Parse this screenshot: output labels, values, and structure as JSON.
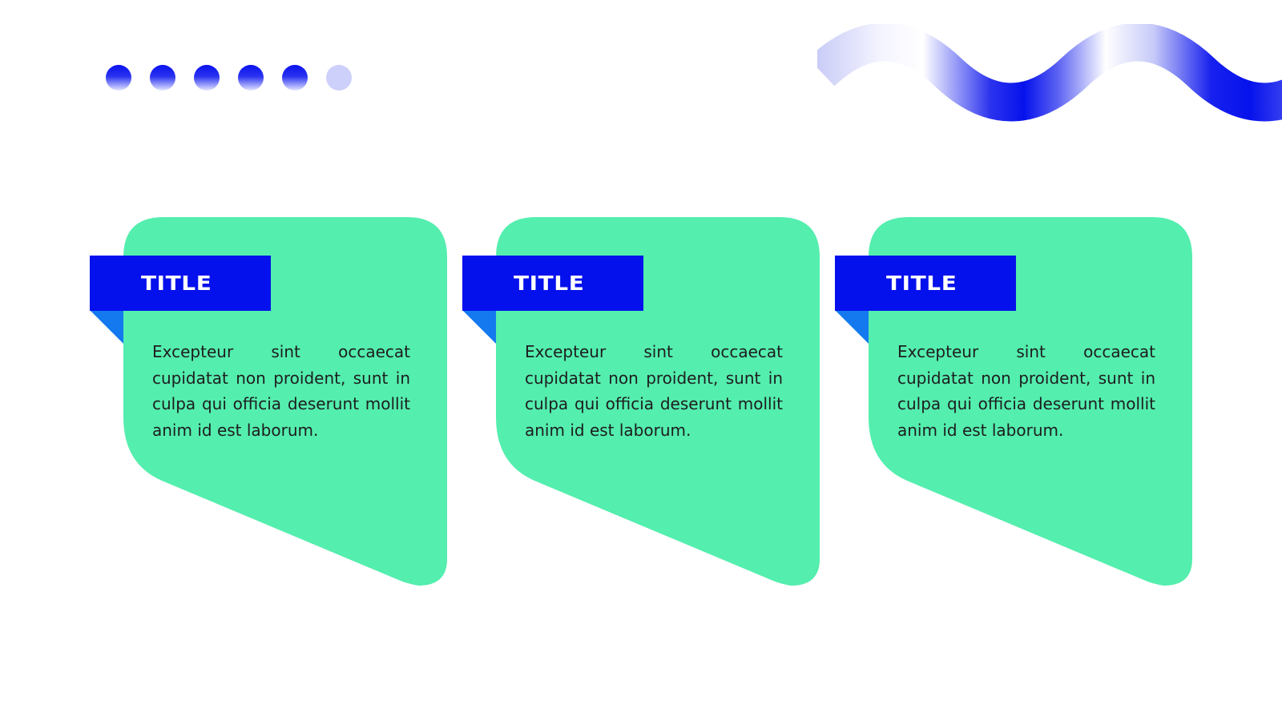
{
  "colors": {
    "card_green": "#54eeae",
    "tab_blue": "#0511ec",
    "fold_blue": "#1479ee",
    "accent_blue": "#0a12ee",
    "accent_light": "#cdd0fa",
    "text": "#1d1d1f"
  },
  "decor": {
    "dots": [
      {
        "style": "gradient"
      },
      {
        "style": "gradient"
      },
      {
        "style": "gradient"
      },
      {
        "style": "gradient"
      },
      {
        "style": "gradient"
      },
      {
        "style": "light"
      }
    ],
    "wave": "gradient-wave"
  },
  "cards": [
    {
      "title": "TITLE",
      "body": "Excepteur sint occaecat cupidatat non proident, sunt in culpa qui officia deserunt mollit anim id est laborum."
    },
    {
      "title": "TITLE",
      "body": "Excepteur sint occaecat cupidatat non proident, sunt in culpa qui officia deserunt mollit anim id est laborum."
    },
    {
      "title": "TITLE",
      "body": "Excepteur sint occaecat cupidatat non proident, sunt in culpa qui officia deserunt mollit anim id est laborum."
    }
  ]
}
